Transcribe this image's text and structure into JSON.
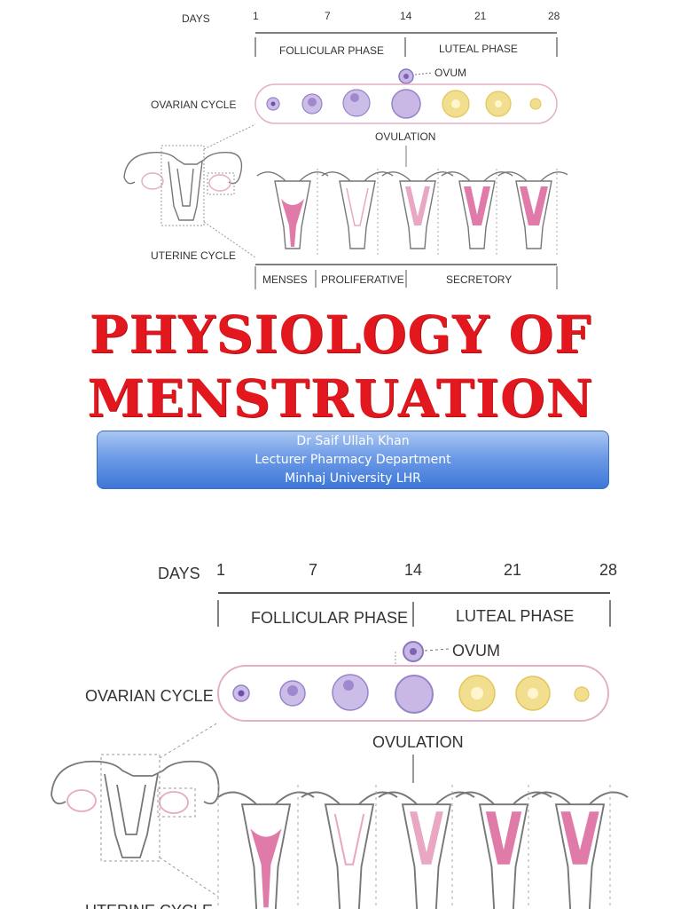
{
  "cycle_diagram": {
    "days_label": "DAYS",
    "day_ticks": [
      "1",
      "7",
      "14",
      "21",
      "28"
    ],
    "follicular_phase": "FOLLICULAR PHASE",
    "luteal_phase": "LUTEAL PHASE",
    "ovum": "OVUM",
    "ovarian_cycle": "OVARIAN CYCLE",
    "ovulation": "OVULATION",
    "uterine_cycle": "UTERINE CYCLE",
    "menses": "MENSES",
    "proliferative": "PROLIFERATIVE",
    "secretory": "SECRETORY"
  },
  "cycle_diagram_large": {
    "uterine_cycle_partial": "UTERINE CYCLE"
  },
  "title": {
    "line1": "PHYSIOLOGY OF",
    "line2": "MENSTRUATION"
  },
  "author": {
    "name": "Dr Saif Ullah Khan",
    "position": "Lecturer Pharmacy Department",
    "institution": "Minhaj University LHR"
  },
  "colors": {
    "title_red": "#e3181f",
    "banner_blue": "#4a80dc",
    "follicle_purple": "#b9a6dc",
    "corpus_yellow": "#f1df8f",
    "endometrium_pink": "#e07aa8"
  }
}
